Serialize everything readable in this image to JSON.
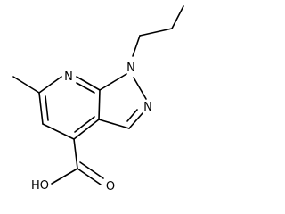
{
  "molecule": {
    "atoms": {
      "pyridine_n": "N",
      "pyrazole_n1": "N",
      "pyrazole_n2": "N",
      "carbonyl_o": "O",
      "hydroxyl": "HO"
    },
    "colors": {
      "bond": "#000000",
      "label": "#000000",
      "background": "#ffffff"
    }
  }
}
